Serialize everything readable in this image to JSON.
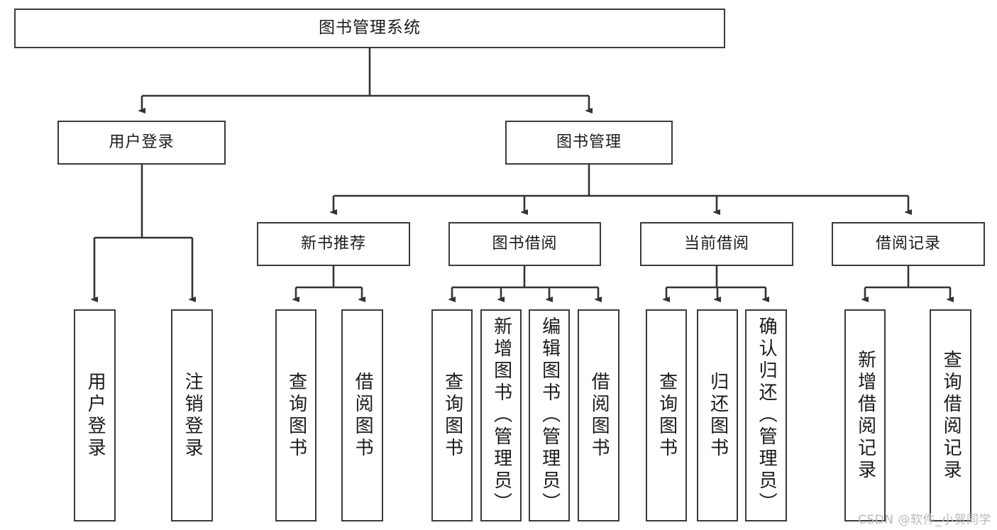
{
  "diagram": {
    "title": "图书管理系统",
    "root": {
      "id": "root",
      "label": "图书管理系统"
    },
    "level2": [
      {
        "id": "login",
        "label": "用户登录"
      },
      {
        "id": "bookmgr",
        "label": "图书管理"
      }
    ],
    "level3": [
      {
        "id": "newrec",
        "label": "新书推荐"
      },
      {
        "id": "borrow",
        "label": "图书借阅"
      },
      {
        "id": "current",
        "label": "当前借阅"
      },
      {
        "id": "record",
        "label": "借阅记录"
      }
    ],
    "leaves": [
      {
        "id": "leaf-0",
        "parent": "login",
        "label": "用户登录"
      },
      {
        "id": "leaf-1",
        "parent": "login",
        "label": "注销登录"
      },
      {
        "id": "leaf-2",
        "parent": "newrec",
        "label": "查询图书"
      },
      {
        "id": "leaf-3",
        "parent": "newrec",
        "label": "借阅图书"
      },
      {
        "id": "leaf-4",
        "parent": "borrow",
        "label": "查询图书"
      },
      {
        "id": "leaf-5",
        "parent": "borrow",
        "label": "新增图书（管理员）"
      },
      {
        "id": "leaf-6",
        "parent": "borrow",
        "label": "编辑图书（管理员）"
      },
      {
        "id": "leaf-7",
        "parent": "borrow",
        "label": "借阅图书"
      },
      {
        "id": "leaf-8",
        "parent": "current",
        "label": "查询图书"
      },
      {
        "id": "leaf-9",
        "parent": "current",
        "label": "归还图书"
      },
      {
        "id": "leaf-10",
        "parent": "current",
        "label": "确认归还（管理员）"
      },
      {
        "id": "leaf-11",
        "parent": "record",
        "label": "新增借阅记录"
      },
      {
        "id": "leaf-12",
        "parent": "record",
        "label": "查询借阅记录"
      }
    ],
    "colors": {
      "box_border": "#3a3a3a",
      "box_fill": "#ffffff",
      "connector": "#333333",
      "text": "#1b1b1b",
      "watermark": "#b9b9b9"
    }
  },
  "watermark": {
    "text": "CSDN @软件_小贺同学"
  }
}
